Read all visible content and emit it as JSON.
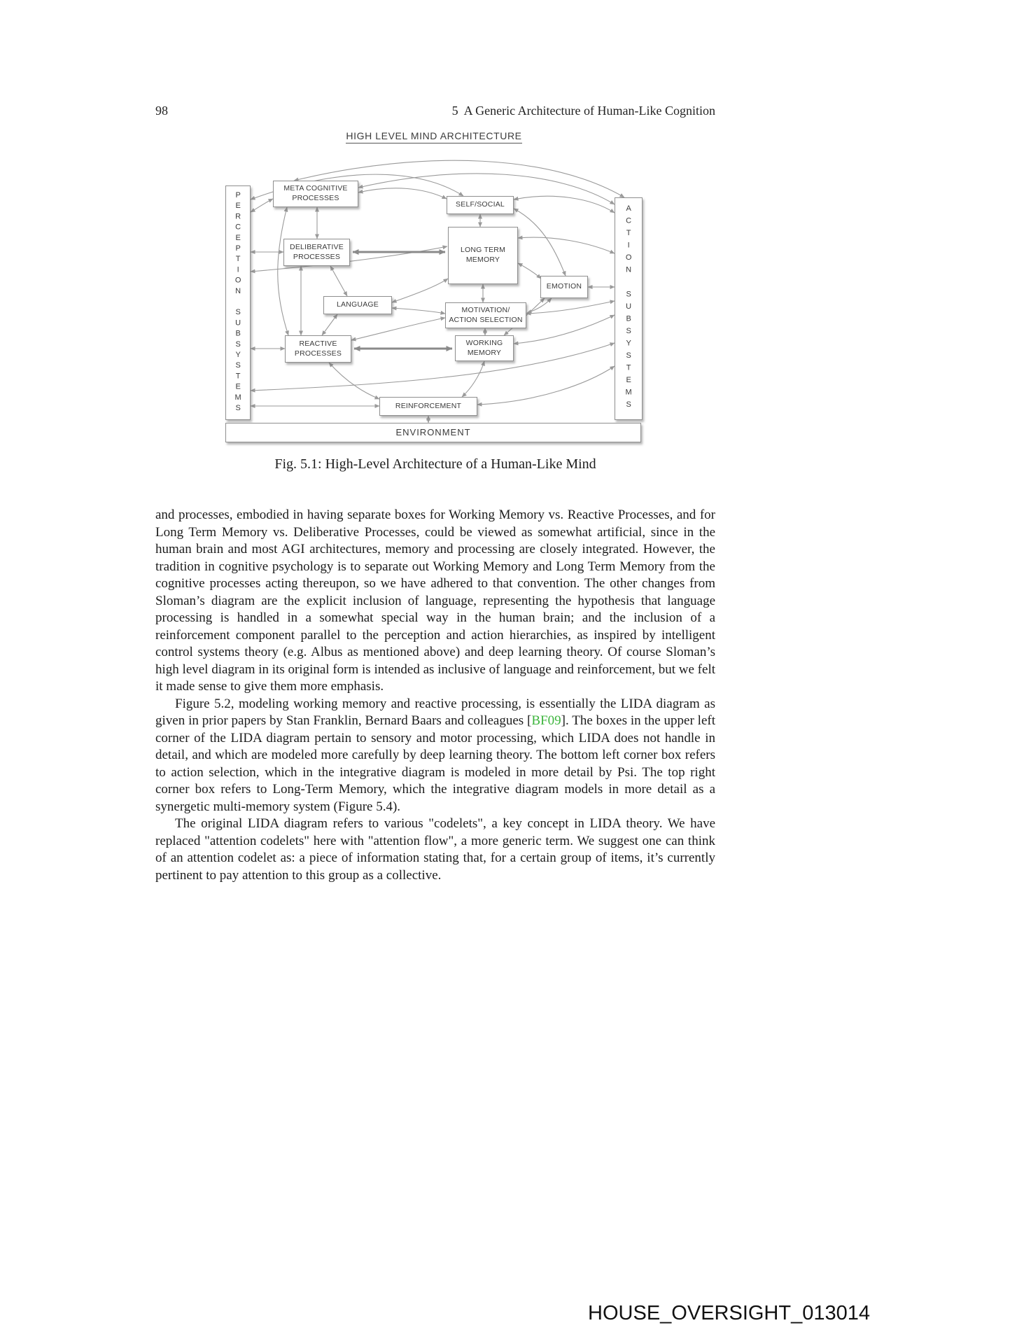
{
  "page": {
    "page_number": "98",
    "running_header": "5  A Generic Architecture of Human-Like Cognition",
    "watermark": "HOUSE_OVERSIGHT_013014"
  },
  "figure": {
    "title": "HIGH LEVEL MIND ARCHITECTURE",
    "caption": "Fig. 5.1: High-Level Architecture of a Human-Like Mind",
    "nodes": {
      "perception": "PERCEPTION SUBSYSTEMS",
      "action": "ACTION SUBSYSTEMS",
      "meta": "META COGNITIVE PROCESSES",
      "self_social": "SELF/SOCIAL",
      "deliberative": "DELIBERATIVE PROCESSES",
      "ltm": "LONG TERM MEMORY",
      "emotion": "EMOTION",
      "language": "LANGUAGE",
      "motivation": "MOTIVATION/ ACTION SELECTION",
      "reactive": "REACTIVE PROCESSES",
      "working_memory": "WORKING MEMORY",
      "reinforcement": "REINFORCEMENT",
      "environment": "ENVIRONMENT"
    },
    "arrow_color": "#9a9a9a"
  },
  "body": {
    "para1": "and processes, embodied in having separate boxes for Working Memory vs. Reactive Processes, and for Long Term Memory vs. Deliberative Processes, could be viewed as somewhat artificial, since in the human brain and most AGI architectures, memory and processing are closely integrated. However, the tradition in cognitive psychology is to separate out Working Memory and Long Term Memory from the cognitive processes acting thereupon, so we have adhered to that convention. The other changes from Sloman’s diagram are the explicit inclusion of language, representing the hypothesis that language processing is handled in a somewhat special way in the human brain; and the inclusion of a reinforcement component parallel to the perception and action hierarchies, as inspired by intelligent control systems theory (e.g. Albus as mentioned above) and deep learning theory. Of course Sloman’s high level diagram in its original form is intended as inclusive of language and reinforcement, but we felt it made sense to give them more emphasis.",
    "para2_before": "Figure 5.2, modeling working memory and reactive processing, is essentially the LIDA diagram as given in prior papers by Stan Franklin, Bernard Baars and colleagues [",
    "para2_citation": "BF09",
    "para2_after": "]. The boxes in the upper left corner of the LIDA diagram pertain to sensory and motor processing, which LIDA does not handle in detail, and which are modeled more carefully by deep learning theory. The bottom left corner box refers to action selection, which in the integrative diagram is modeled in more detail by Psi. The top right corner box refers to Long-Term Memory, which the integrative diagram models in more detail as a synergetic multi-memory system (Figure 5.4).",
    "para3": "The original LIDA diagram refers to various \"codelets\", a key concept in LIDA theory. We have replaced \"attention codelets\" here with \"attention flow\", a more generic term. We suggest one can think of an attention codelet as: a piece of information stating that, for a certain group of items, it’s currently pertinent to pay attention to this group as a collective.",
    "citation_color": "#3db53d"
  }
}
